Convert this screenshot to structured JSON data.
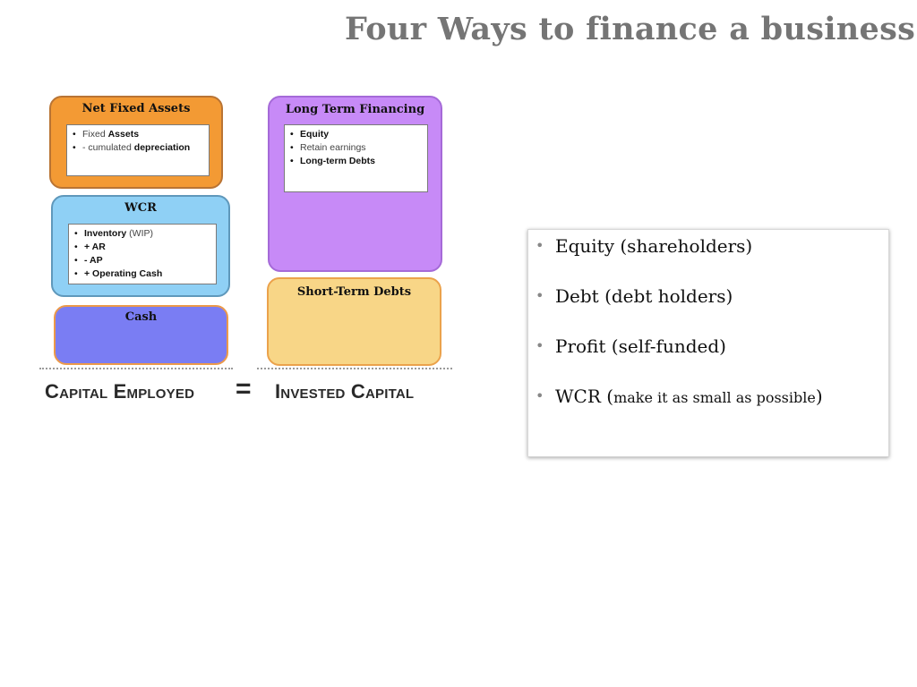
{
  "title": "Four Ways to finance a business",
  "diagram": {
    "left_column": {
      "net_fixed_assets": {
        "title": "Net Fixed Assets",
        "color": "#f39a34",
        "items": [
          {
            "prefix": "Fixed ",
            "bold": "Assets"
          },
          {
            "prefix": "- cumulated ",
            "bold": "depreciation"
          }
        ]
      },
      "wcr": {
        "title": "WCR",
        "color": "#8fd0f5",
        "items": [
          {
            "bold": "Inventory",
            "suffix": " (WIP)"
          },
          {
            "bold": "+ AR"
          },
          {
            "bold": "-  AP"
          },
          {
            "bold": "+ Operating Cash"
          }
        ]
      },
      "cash": {
        "title": "Cash",
        "color": "#7a7df3"
      },
      "label": "Capital Employed"
    },
    "equals": "=",
    "right_column": {
      "long_term_financing": {
        "title": "Long Term Financing",
        "color": "#c78af7",
        "items": [
          {
            "text": "Equity",
            "bold": true
          },
          {
            "text": "Retain earnings",
            "bold": false
          },
          {
            "text": "Long-term Debts",
            "bold": true
          }
        ]
      },
      "short_term_debts": {
        "title": "Short-Term Debts",
        "color": "#f8d687"
      },
      "label": "Invested Capital"
    }
  },
  "bullets": [
    {
      "main": "Equity (shareholders)"
    },
    {
      "main": "Debt (debt holders)"
    },
    {
      "main": "Profit (self-funded)"
    },
    {
      "main": "WCR (",
      "small": "make it as small as possible",
      "close": ")"
    }
  ]
}
